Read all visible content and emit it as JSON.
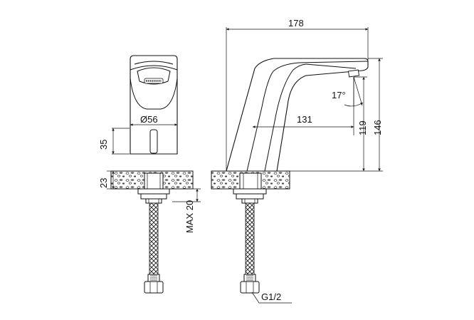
{
  "dimensions": {
    "overall_length": "178",
    "spout_reach": "131",
    "spout_height": "119",
    "total_height": "146",
    "spout_angle": "17°",
    "diameter": "Ø56",
    "sensor_height": "35",
    "base_height": "23",
    "max_deck_thickness": "MAX 20",
    "thread": "G1/2"
  },
  "colors": {
    "line": "#111111",
    "background": "#ffffff"
  }
}
